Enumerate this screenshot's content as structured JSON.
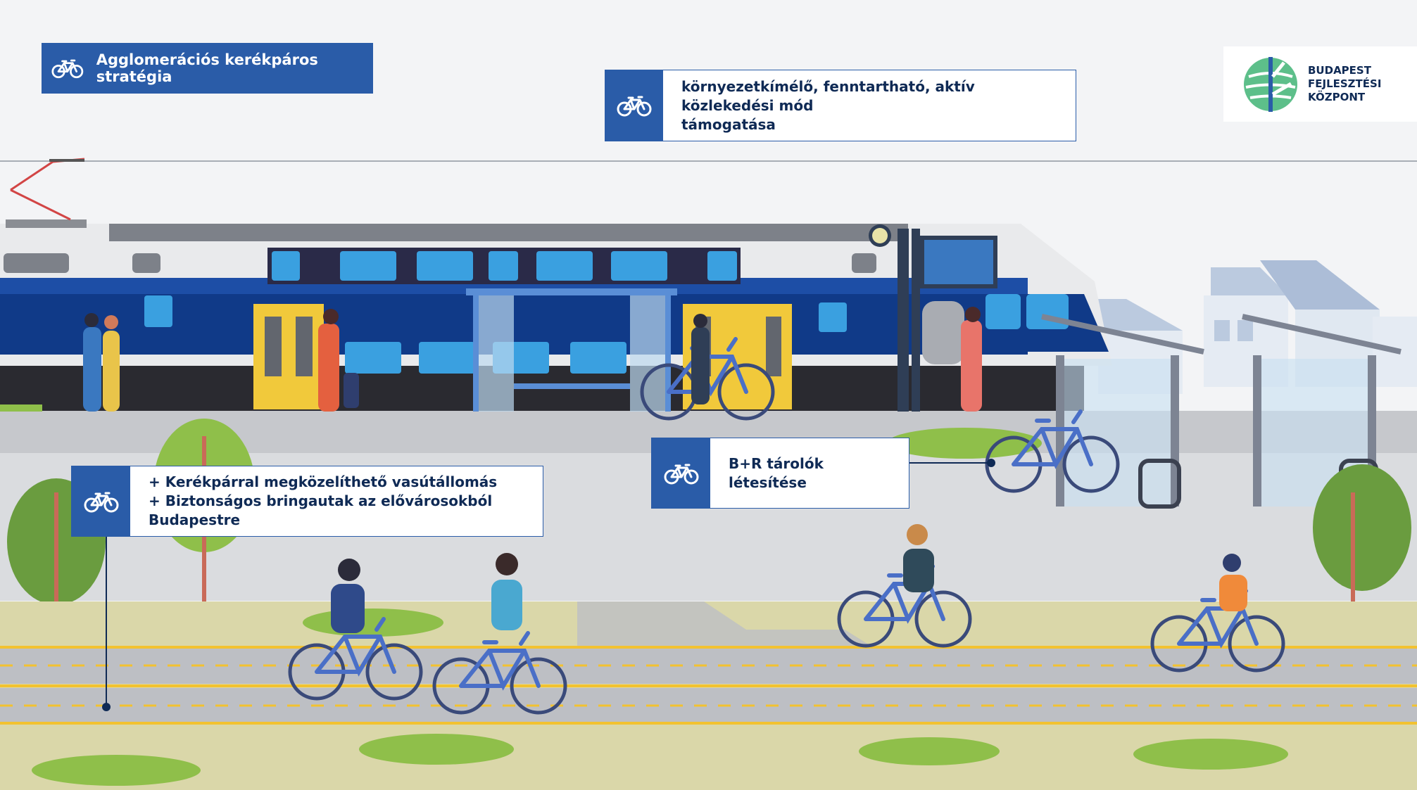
{
  "title_bar": {
    "label": "Agglomerációs kerékpáros stratégia",
    "icon": "bicycle-icon"
  },
  "logo": {
    "lines": [
      "BUDAPEST",
      "FEJLESZTÉSI",
      "KÖZPONT"
    ],
    "icon": "bfk-globe-logo"
  },
  "callouts": {
    "top": {
      "lines": [
        "környezetkímélő, fenntartható, aktív közlekedési mód",
        "támogatása"
      ],
      "icon": "bicycle-icon"
    },
    "left": {
      "lines": [
        "+ Kerékpárral megközelíthető vasútállomás",
        "+ Biztonságos bringautak az elővárosokból Budapestre"
      ],
      "icon": "bicycle-icon"
    },
    "middle": {
      "lines": [
        "B+R tárolók létesítése"
      ],
      "icon": "bicycle-icon"
    }
  },
  "colors": {
    "brand_blue": "#2a5ca8",
    "dark_navy": "#0f2a55",
    "train_blue": "#103a88",
    "door_yellow": "#f1c93b",
    "grass_green": "#8fbf4a",
    "lane_yellow": "#f2c230",
    "logo_green": "#5dbf8a"
  }
}
